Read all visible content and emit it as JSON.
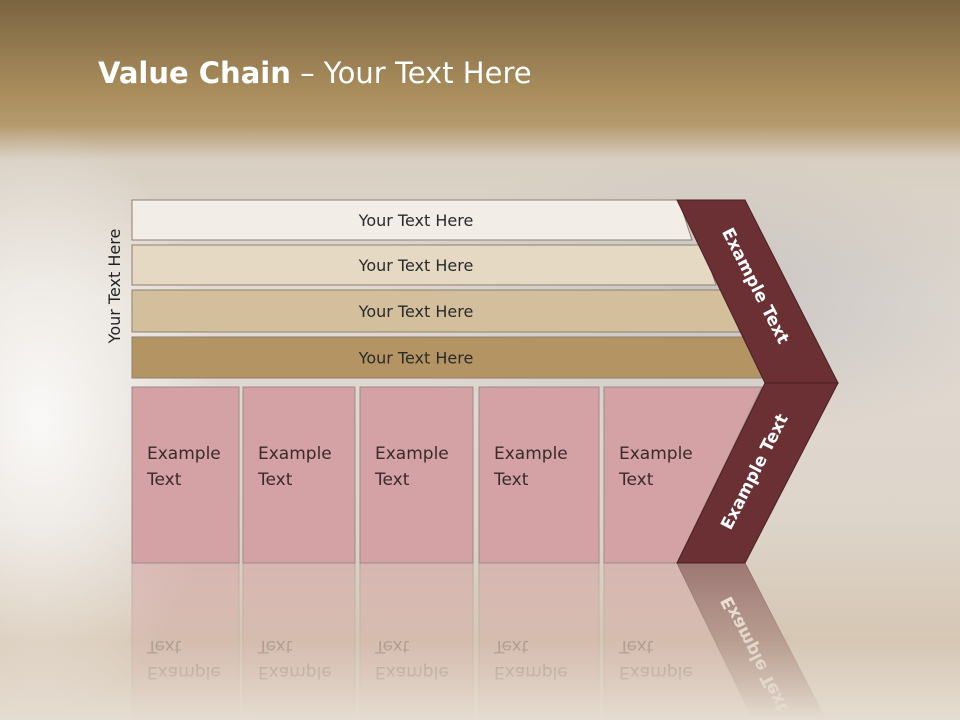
{
  "title": {
    "bold": "Value Chain",
    "rest": " – Your Text Here"
  },
  "side_label": "Your Text Here",
  "rows": [
    {
      "label": "Your Text Here",
      "color": "#f2ede6"
    },
    {
      "label": "Your Text Here",
      "color": "#e6d9c4"
    },
    {
      "label": "Your Text Here",
      "color": "#d4bf9d"
    },
    {
      "label": "Your Text Here",
      "color": "#b59463"
    }
  ],
  "boxes": [
    {
      "line1": "Example",
      "line2": "Text"
    },
    {
      "line1": "Example",
      "line2": "Text"
    },
    {
      "line1": "Example",
      "line2": "Text"
    },
    {
      "line1": "Example",
      "line2": "Text"
    },
    {
      "line1": "Example",
      "line2": "Text"
    }
  ],
  "chevron": {
    "upper": "Example Text",
    "lower": "Example Text"
  },
  "colors": {
    "box": "#d4a2a4",
    "chevron": "#6b3033",
    "box_stroke": "#9a8a88"
  }
}
